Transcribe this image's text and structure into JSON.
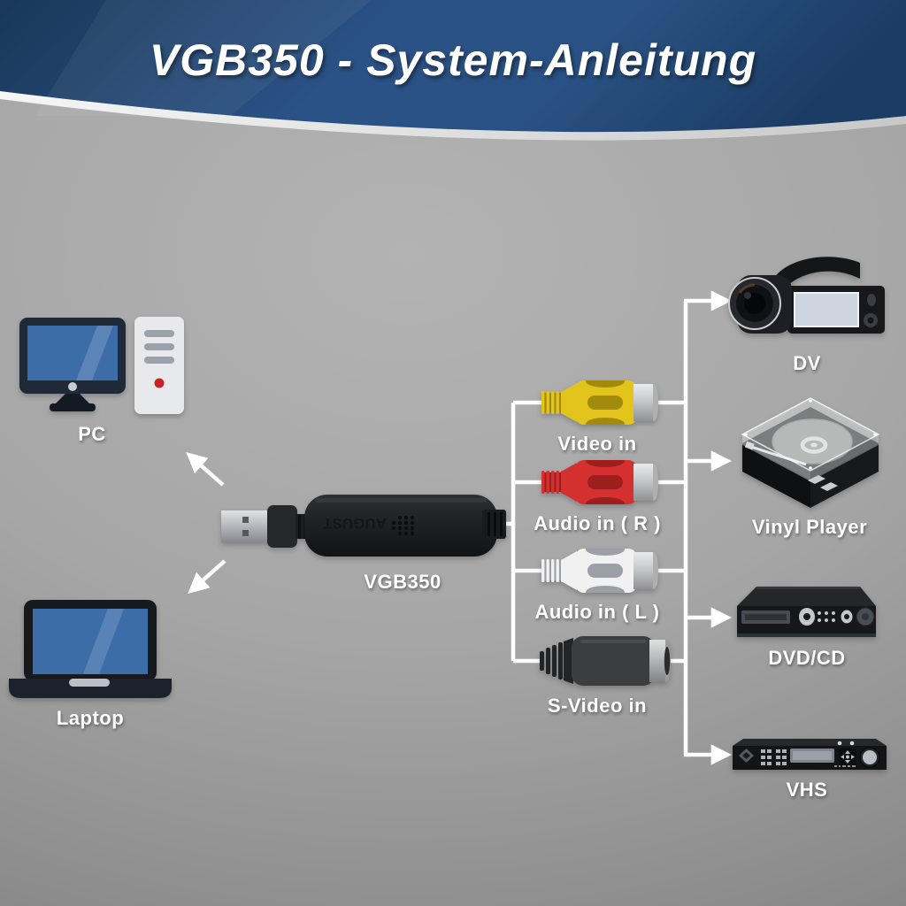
{
  "header": {
    "title": "VGB350 - System-Anleitung"
  },
  "adapter": {
    "label": "VGB350",
    "brand_text": "AUGUST"
  },
  "sources": [
    {
      "id": "pc",
      "label": "PC"
    },
    {
      "id": "laptop",
      "label": "Laptop"
    }
  ],
  "inputs": [
    {
      "id": "video-in",
      "label": "Video in"
    },
    {
      "id": "audio-in-r",
      "label": "Audio in ( R )"
    },
    {
      "id": "audio-in-l",
      "label": "Audio in ( L )"
    },
    {
      "id": "s-video-in",
      "label": "S-Video in"
    }
  ],
  "devices": [
    {
      "id": "dv",
      "label": "DV"
    },
    {
      "id": "vinyl",
      "label": "Vinyl Player"
    },
    {
      "id": "dvd",
      "label": "DVD/CD"
    },
    {
      "id": "vhs",
      "label": "VHS"
    }
  ],
  "colors": {
    "banner_edge": "#193858",
    "banner_mid": "#2b5286",
    "line_white": "#ffffff",
    "rca_yellow": "#e2c41d",
    "rca_yellow_dark": "#a28a0c",
    "rca_red": "#d53030",
    "rca_red_dark": "#9e1e1e",
    "rca_white": "#f1f1f2",
    "rca_white_dark": "#9aa0a5",
    "svideo_body": "#3b3d41",
    "screen_blue": "#3d6da8",
    "tower_gray": "#e7e9ec",
    "power_dot": "#c52525",
    "bg_light": "#b3b3b3",
    "bg_dark": "#7d7d7d"
  }
}
